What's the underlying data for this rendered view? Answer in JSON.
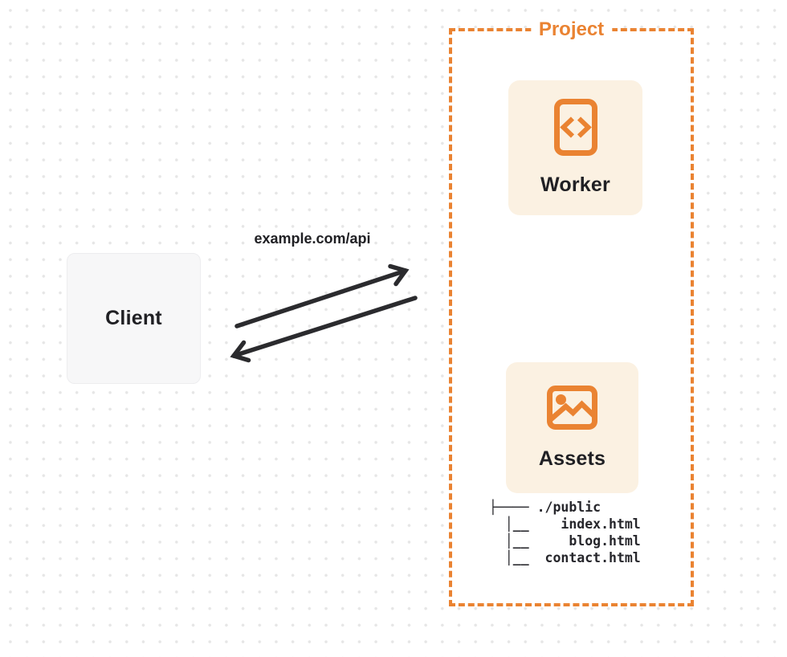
{
  "colors": {
    "accent": "#ea8332",
    "card-bg": "#fbf1e2",
    "client-bg": "#f7f7f8",
    "ink": "#202024",
    "arrow": "#2b2b2e",
    "dot": "#e6e6e6"
  },
  "diagram": {
    "client": {
      "label": "Client"
    },
    "request_label": "example.com/api",
    "project": {
      "label": "Project",
      "nodes": [
        {
          "id": "worker",
          "label": "Worker",
          "icon": "code-file-icon"
        },
        {
          "id": "assets",
          "label": "Assets",
          "icon": "image-icon"
        }
      ],
      "file_tree": {
        "root": "./public",
        "files": [
          "index.html",
          "blog.html",
          "contact.html"
        ],
        "lines": [
          "├──── ./public",
          "  │__    index.html",
          "  │__     blog.html",
          "  │__  contact.html"
        ]
      }
    }
  }
}
